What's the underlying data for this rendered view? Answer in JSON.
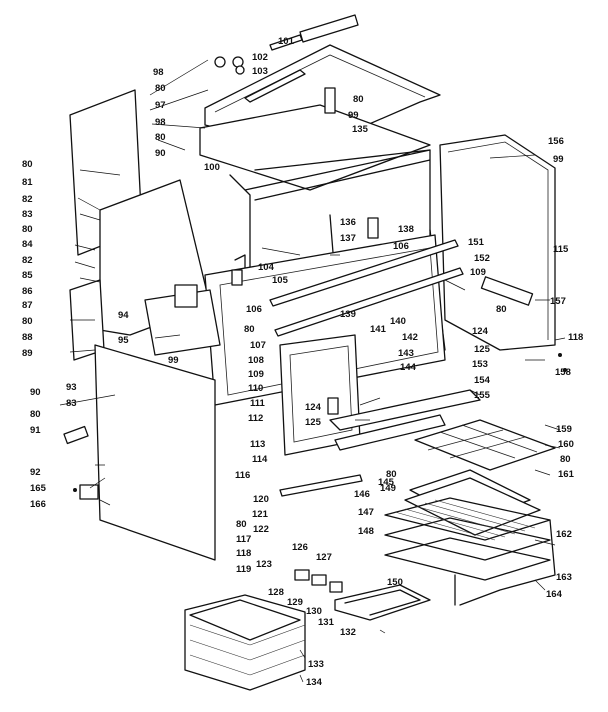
{
  "diagram": {
    "type": "exploded-parts-view",
    "callouts": [
      {
        "id": "c101",
        "text": "101"
      },
      {
        "id": "c98a",
        "text": "98"
      },
      {
        "id": "c102",
        "text": "102"
      },
      {
        "id": "c103",
        "text": "103"
      },
      {
        "id": "c80a",
        "text": "80"
      },
      {
        "id": "c97",
        "text": "97"
      },
      {
        "id": "c80b",
        "text": "80"
      },
      {
        "id": "c99a",
        "text": "99"
      },
      {
        "id": "c98b",
        "text": "98"
      },
      {
        "id": "c135",
        "text": "135"
      },
      {
        "id": "c80c",
        "text": "80"
      },
      {
        "id": "c90a",
        "text": "90"
      },
      {
        "id": "c100",
        "text": "100"
      },
      {
        "id": "c156",
        "text": "156"
      },
      {
        "id": "c99b",
        "text": "99"
      },
      {
        "id": "c80d",
        "text": "80"
      },
      {
        "id": "c81",
        "text": "81"
      },
      {
        "id": "c82a",
        "text": "82"
      },
      {
        "id": "c83a",
        "text": "83"
      },
      {
        "id": "c80e",
        "text": "80"
      },
      {
        "id": "c84",
        "text": "84"
      },
      {
        "id": "c82b",
        "text": "82"
      },
      {
        "id": "c85",
        "text": "85"
      },
      {
        "id": "c86",
        "text": "86"
      },
      {
        "id": "c87",
        "text": "87"
      },
      {
        "id": "c80f",
        "text": "80"
      },
      {
        "id": "c88",
        "text": "88"
      },
      {
        "id": "c89",
        "text": "89"
      },
      {
        "id": "c136",
        "text": "136"
      },
      {
        "id": "c138",
        "text": "138"
      },
      {
        "id": "c137",
        "text": "137"
      },
      {
        "id": "c106a",
        "text": "106"
      },
      {
        "id": "c151",
        "text": "151"
      },
      {
        "id": "c115",
        "text": "115"
      },
      {
        "id": "c104",
        "text": "104"
      },
      {
        "id": "c105",
        "text": "105"
      },
      {
        "id": "c152",
        "text": "152"
      },
      {
        "id": "c109a",
        "text": "109"
      },
      {
        "id": "c106b",
        "text": "106"
      },
      {
        "id": "c157",
        "text": "157"
      },
      {
        "id": "c139",
        "text": "139"
      },
      {
        "id": "c140",
        "text": "140"
      },
      {
        "id": "c80g",
        "text": "80"
      },
      {
        "id": "c141",
        "text": "141"
      },
      {
        "id": "c94",
        "text": "94"
      },
      {
        "id": "c95",
        "text": "95"
      },
      {
        "id": "c80h",
        "text": "80"
      },
      {
        "id": "c142",
        "text": "142"
      },
      {
        "id": "c124a",
        "text": "124"
      },
      {
        "id": "c118a",
        "text": "118"
      },
      {
        "id": "c143",
        "text": "143"
      },
      {
        "id": "c107",
        "text": "107"
      },
      {
        "id": "c125a",
        "text": "125"
      },
      {
        "id": "c99c",
        "text": "99"
      },
      {
        "id": "c108",
        "text": "108"
      },
      {
        "id": "c153",
        "text": "153"
      },
      {
        "id": "c144",
        "text": "144"
      },
      {
        "id": "c158",
        "text": "158"
      },
      {
        "id": "c109b",
        "text": "109"
      },
      {
        "id": "c154",
        "text": "154"
      },
      {
        "id": "c90b",
        "text": "90"
      },
      {
        "id": "c93",
        "text": "93"
      },
      {
        "id": "c110",
        "text": "110"
      },
      {
        "id": "c155",
        "text": "155"
      },
      {
        "id": "c83b",
        "text": "83"
      },
      {
        "id": "c111",
        "text": "111"
      },
      {
        "id": "c124b",
        "text": "124"
      },
      {
        "id": "c80i",
        "text": "80"
      },
      {
        "id": "c112",
        "text": "112"
      },
      {
        "id": "c125b",
        "text": "125"
      },
      {
        "id": "c91",
        "text": "91"
      },
      {
        "id": "c113",
        "text": "113"
      },
      {
        "id": "c159",
        "text": "159"
      },
      {
        "id": "c114",
        "text": "114"
      },
      {
        "id": "c160",
        "text": "160"
      },
      {
        "id": "c80j",
        "text": "80"
      },
      {
        "id": "c92",
        "text": "92"
      },
      {
        "id": "c80k",
        "text": "80"
      },
      {
        "id": "c161",
        "text": "161"
      },
      {
        "id": "c145",
        "text": "145"
      },
      {
        "id": "c116",
        "text": "116"
      },
      {
        "id": "c149",
        "text": "149"
      },
      {
        "id": "c165",
        "text": "165"
      },
      {
        "id": "c120",
        "text": "120"
      },
      {
        "id": "c146",
        "text": "146"
      },
      {
        "id": "c166",
        "text": "166"
      },
      {
        "id": "c121",
        "text": "121"
      },
      {
        "id": "c147",
        "text": "147"
      },
      {
        "id": "c80l",
        "text": "80"
      },
      {
        "id": "c117",
        "text": "117"
      },
      {
        "id": "c122",
        "text": "122"
      },
      {
        "id": "c148",
        "text": "148"
      },
      {
        "id": "c162",
        "text": "162"
      },
      {
        "id": "c126",
        "text": "126"
      },
      {
        "id": "c118b",
        "text": "118"
      },
      {
        "id": "c127",
        "text": "127"
      },
      {
        "id": "c123",
        "text": "123"
      },
      {
        "id": "c163",
        "text": "163"
      },
      {
        "id": "c119",
        "text": "119"
      },
      {
        "id": "c150",
        "text": "150"
      },
      {
        "id": "c128",
        "text": "128"
      },
      {
        "id": "c164",
        "text": "164"
      },
      {
        "id": "c129",
        "text": "129"
      },
      {
        "id": "c130",
        "text": "130"
      },
      {
        "id": "c131",
        "text": "131"
      },
      {
        "id": "c132",
        "text": "132"
      },
      {
        "id": "c133",
        "text": "133"
      },
      {
        "id": "c134",
        "text": "134"
      }
    ]
  }
}
